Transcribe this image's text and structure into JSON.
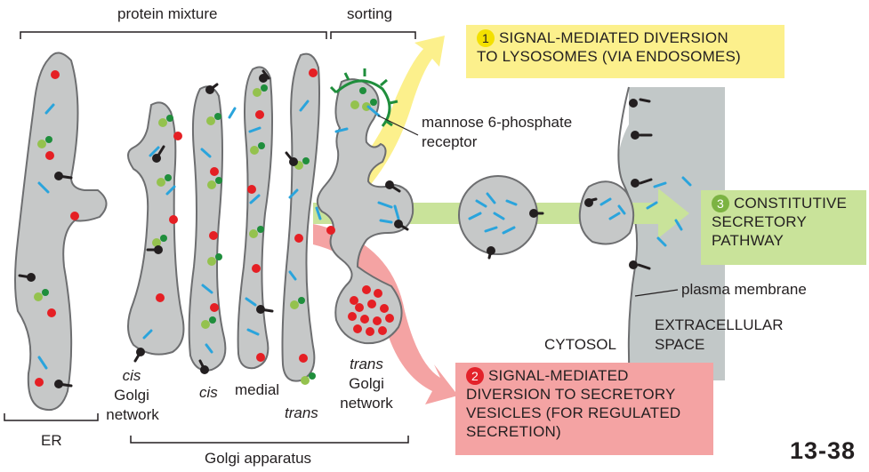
{
  "labels": {
    "protein_mixture": "protein mixture",
    "sorting": "sorting",
    "mannose_receptor": [
      "mannose 6-phosphate",
      "receptor"
    ],
    "cis_golgi_network": [
      "cis",
      "Golgi",
      "network"
    ],
    "cis": "cis",
    "medial": "medial",
    "trans": "trans",
    "trans_golgi_network": [
      "trans",
      "Golgi",
      "network"
    ],
    "er": "ER",
    "golgi_apparatus": "Golgi apparatus",
    "cytosol": "CYTOSOL",
    "extracellular_space": [
      "EXTRACELLULAR",
      "SPACE"
    ],
    "plasma_membrane": "plasma membrane"
  },
  "pathways": [
    {
      "number": "1",
      "lines": [
        "SIGNAL-MEDIATED DIVERSION",
        "TO LYSOSOMES (VIA ENDOSOMES)"
      ],
      "color": "#fcf08c",
      "num_color": "#f3e000"
    },
    {
      "number": "2",
      "lines": [
        "SIGNAL-MEDIATED",
        "DIVERSION TO SECRETORY",
        "VESICLES (FOR REGULATED",
        "SECRETION)"
      ],
      "color": "#f4a3a3",
      "num_color": "#e3222b"
    },
    {
      "number": "3",
      "lines": [
        "CONSTITUTIVE",
        "SECRETORY",
        "PATHWAY"
      ],
      "color": "#c9e39a",
      "num_color": "#7cb342"
    }
  ],
  "figure_number": "13-38",
  "colors": {
    "organelle_fill": "#c6c8c8",
    "organelle_stroke": "#6d6e70",
    "extracellular": "#c2c8c8",
    "red_cargo": "#e51f24",
    "blue_cargo": "#2aa4dc",
    "green_cargo": "#1f8e3c",
    "lightgreen_cargo": "#94c24e"
  }
}
